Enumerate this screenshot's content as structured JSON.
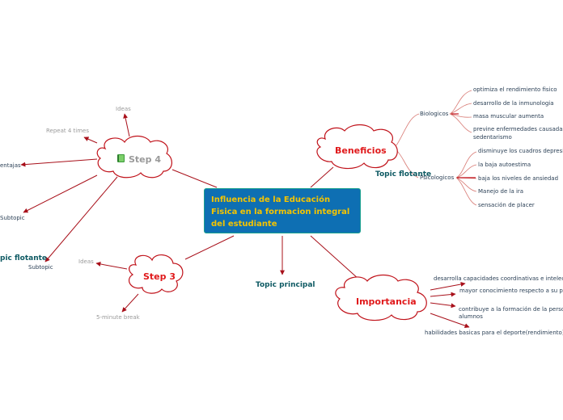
{
  "central": {
    "lines": [
      "Influencia de la Educación",
      "Fisica en la formacion integral",
      "del estudiante"
    ]
  },
  "beneficios": {
    "title": "Beneficios",
    "floating": "Topic flotante",
    "biologicos": {
      "label": "Biologicos",
      "items": [
        "optimiza el rendimiento fisico",
        "desarrollo de la inmunologia",
        "masa muscular aumenta",
        "previne enfermedades causadas p",
        "sedentarismo"
      ]
    },
    "psicologicos": {
      "label": "Psicologicos",
      "items": [
        "disminuye los cuadros depresiv",
        "la baja autoestima",
        "baja los niveles de ansiedad",
        "Manejo de la ira",
        "sensación de placer"
      ]
    }
  },
  "importancia": {
    "title": "Importancia",
    "items": [
      "desarrolla capacidades coordinativas e intelectua",
      "mayor conocimiento respecto a su prop",
      "contribuye a la formación de la persona",
      "alumnos",
      "habilidades basicas para el deporte(rendimiento)"
    ]
  },
  "topic_principal": "Topic principal",
  "step3": {
    "title": "Step 3",
    "ideas": "Ideas",
    "break": "5-minute break"
  },
  "step4": {
    "title": "Step 4",
    "ideas": "Ideas",
    "repeat": "Repeat 4 times",
    "ventajas": "entajas",
    "subtopic1": "Subtopic",
    "floating": "pic flotante",
    "subtopic2": "Subtopic"
  },
  "colors": {
    "line": "#c0121a",
    "cloud_stroke": "#c0121a",
    "cloud_text": "#e0191b",
    "central_bg": "#0e6fb3",
    "central_text": "#f5c400",
    "teal_text": "#0e5a63",
    "gray_text": "#9a9a9a"
  },
  "icons": {
    "step4": "green-book-icon"
  }
}
